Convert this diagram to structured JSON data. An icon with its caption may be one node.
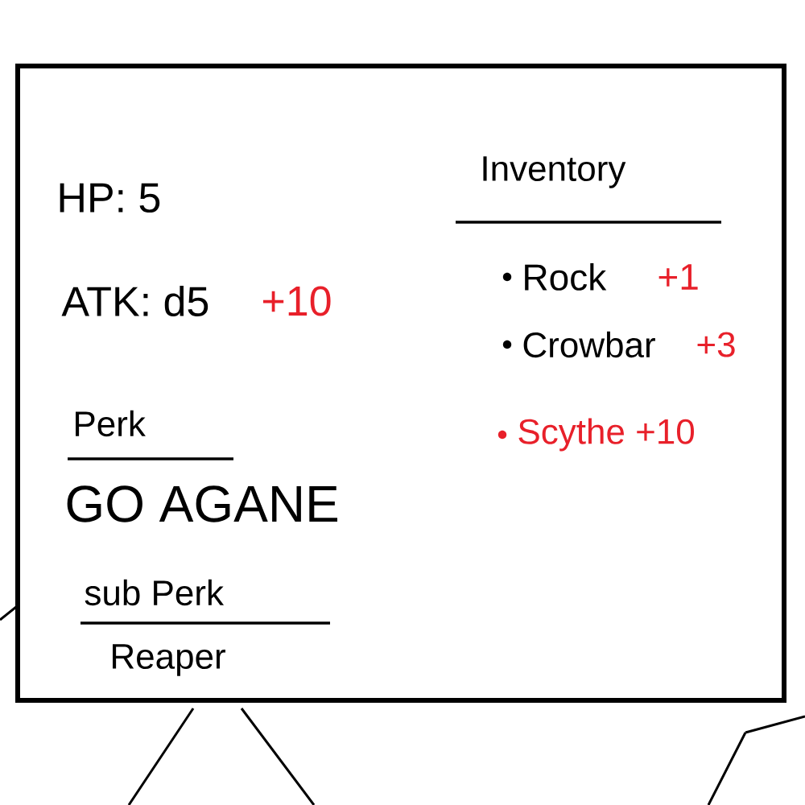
{
  "diagram": {
    "nodes": [
      {
        "text": [
          "HP: 5",
          "ATK: d5",
          "+10",
          "Perk",
          "GO AGANE",
          "sub Perk",
          "Reaper",
          "Inventory",
          "Rock",
          "+1",
          "Crowbar",
          "+3",
          "Scythe +10"
        ]
      }
    ]
  }
}
